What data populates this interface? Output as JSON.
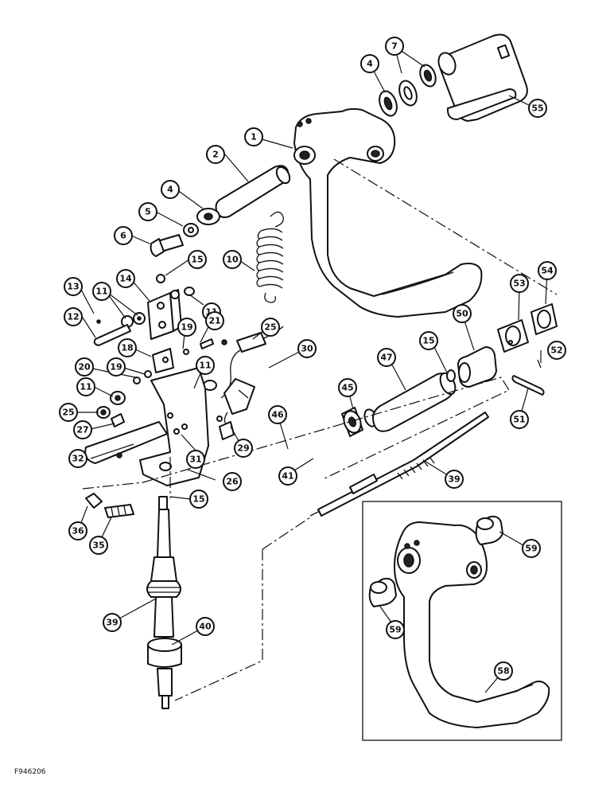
{
  "figure_id": "F946206",
  "callouts": [
    {
      "label": "7"
    },
    {
      "label": "4"
    },
    {
      "label": "55"
    },
    {
      "label": "1"
    },
    {
      "label": "2"
    },
    {
      "label": "4"
    },
    {
      "label": "5"
    },
    {
      "label": "6"
    },
    {
      "label": "10"
    },
    {
      "label": "15"
    },
    {
      "label": "14"
    },
    {
      "label": "13"
    },
    {
      "label": "11"
    },
    {
      "label": "11"
    },
    {
      "label": "12"
    },
    {
      "label": "19"
    },
    {
      "label": "21"
    },
    {
      "label": "25"
    },
    {
      "label": "18"
    },
    {
      "label": "30"
    },
    {
      "label": "20"
    },
    {
      "label": "19"
    },
    {
      "label": "11"
    },
    {
      "label": "11"
    },
    {
      "label": "25"
    },
    {
      "label": "27"
    },
    {
      "label": "32"
    },
    {
      "label": "31"
    },
    {
      "label": "26"
    },
    {
      "label": "29"
    },
    {
      "label": "53"
    },
    {
      "label": "54"
    },
    {
      "label": "50"
    },
    {
      "label": "15"
    },
    {
      "label": "47"
    },
    {
      "label": "52"
    },
    {
      "label": "45"
    },
    {
      "label": "46"
    },
    {
      "label": "41"
    },
    {
      "label": "51"
    },
    {
      "label": "39"
    },
    {
      "label": "36"
    },
    {
      "label": "35"
    },
    {
      "label": "15"
    },
    {
      "label": "39"
    },
    {
      "label": "40"
    },
    {
      "label": "59"
    },
    {
      "label": "59"
    },
    {
      "label": "58"
    }
  ]
}
